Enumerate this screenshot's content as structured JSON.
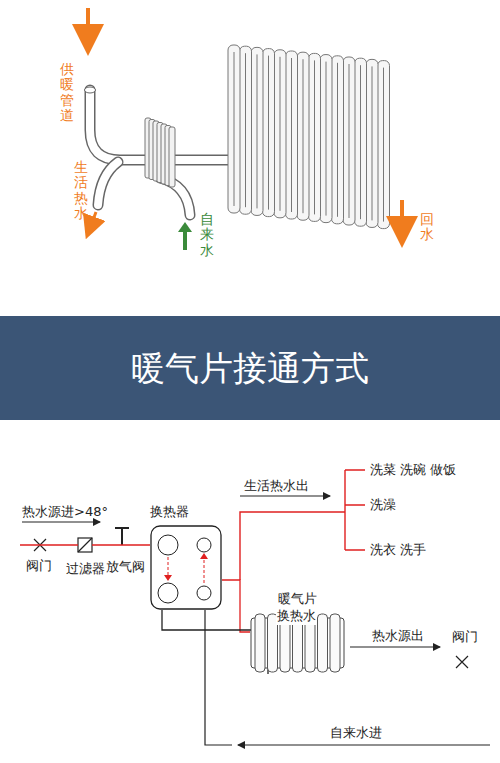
{
  "diagram": {
    "title": "暖气片接通方式",
    "nodes": [
      {
        "text": [
          "换热器"
        ]
      },
      {
        "text": [
          "暖气片"
        ]
      }
    ],
    "edges": [
      {
        "from": 0,
        "to": 1,
        "arrow": "none"
      },
      {
        "from": 1,
        "to": 0,
        "arrow": "none",
        "label": "换热水"
      }
    ],
    "labels": [
      "供暖管道",
      "生活热水",
      "自来水",
      "回水",
      "热水源进>48°",
      "阀门",
      "过滤器",
      "放气阀",
      "生活热水出",
      "洗菜 洗碗 做饭",
      "洗澡",
      "洗衣 洗手",
      "热水源出",
      "阀门",
      "自来水进"
    ]
  }
}
